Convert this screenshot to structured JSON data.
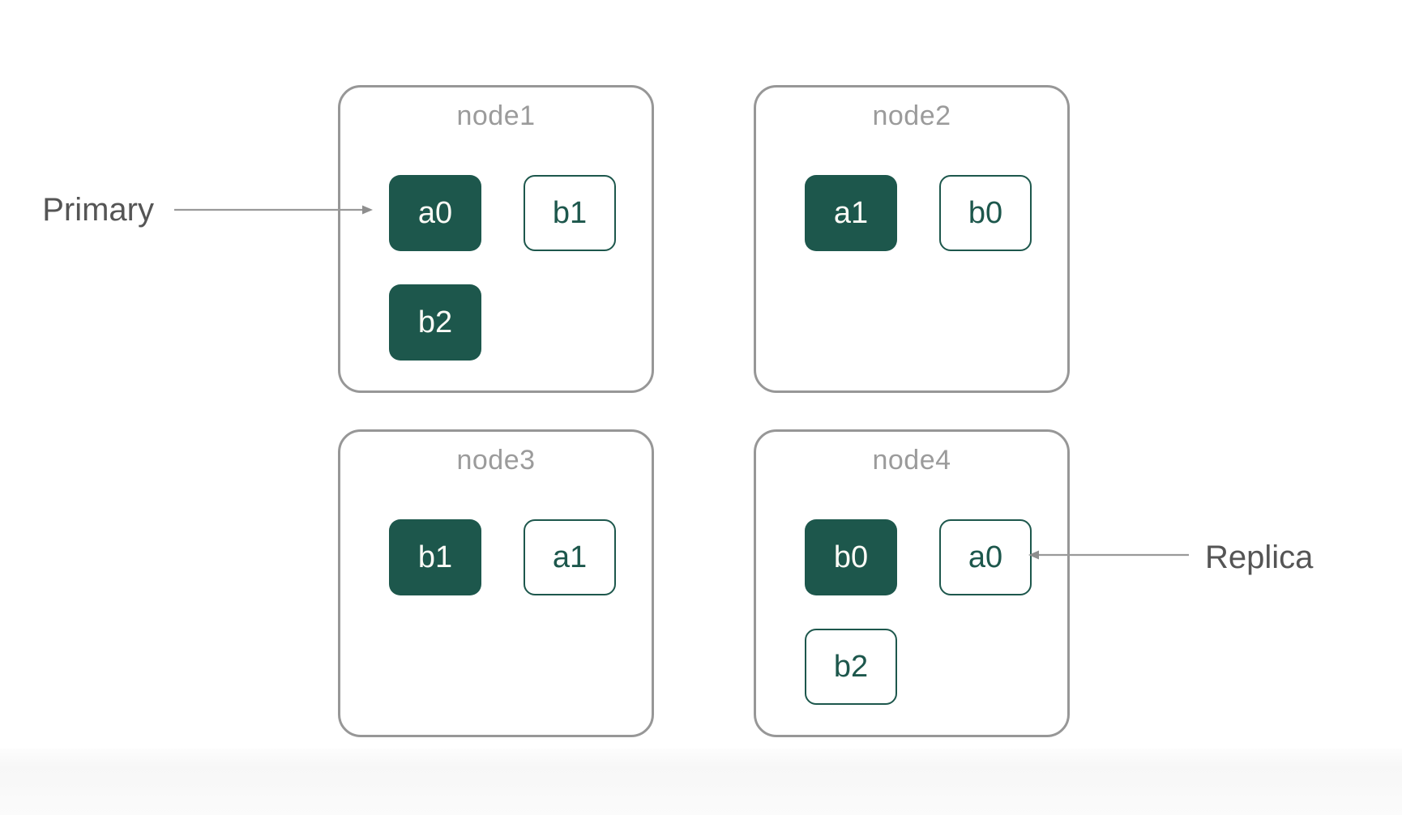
{
  "labels": {
    "primary": "Primary",
    "replica": "Replica"
  },
  "nodes": [
    {
      "title": "node1",
      "shards": [
        {
          "label": "a0",
          "type": "primary"
        },
        {
          "label": "b1",
          "type": "replica"
        },
        {
          "label": "b2",
          "type": "primary"
        }
      ]
    },
    {
      "title": "node2",
      "shards": [
        {
          "label": "a1",
          "type": "primary"
        },
        {
          "label": "b0",
          "type": "replica"
        }
      ]
    },
    {
      "title": "node3",
      "shards": [
        {
          "label": "b1",
          "type": "primary"
        },
        {
          "label": "a1",
          "type": "replica"
        }
      ]
    },
    {
      "title": "node4",
      "shards": [
        {
          "label": "b0",
          "type": "primary"
        },
        {
          "label": "a0",
          "type": "replica"
        },
        {
          "label": "b2",
          "type": "replica"
        }
      ]
    }
  ],
  "colors": {
    "primary_shard_fill": "#1d574c",
    "replica_shard_border": "#1d574c",
    "node_border": "#979797",
    "node_title_text": "#9b9b9b",
    "annotation_text": "#555555",
    "arrow": "#999999"
  }
}
